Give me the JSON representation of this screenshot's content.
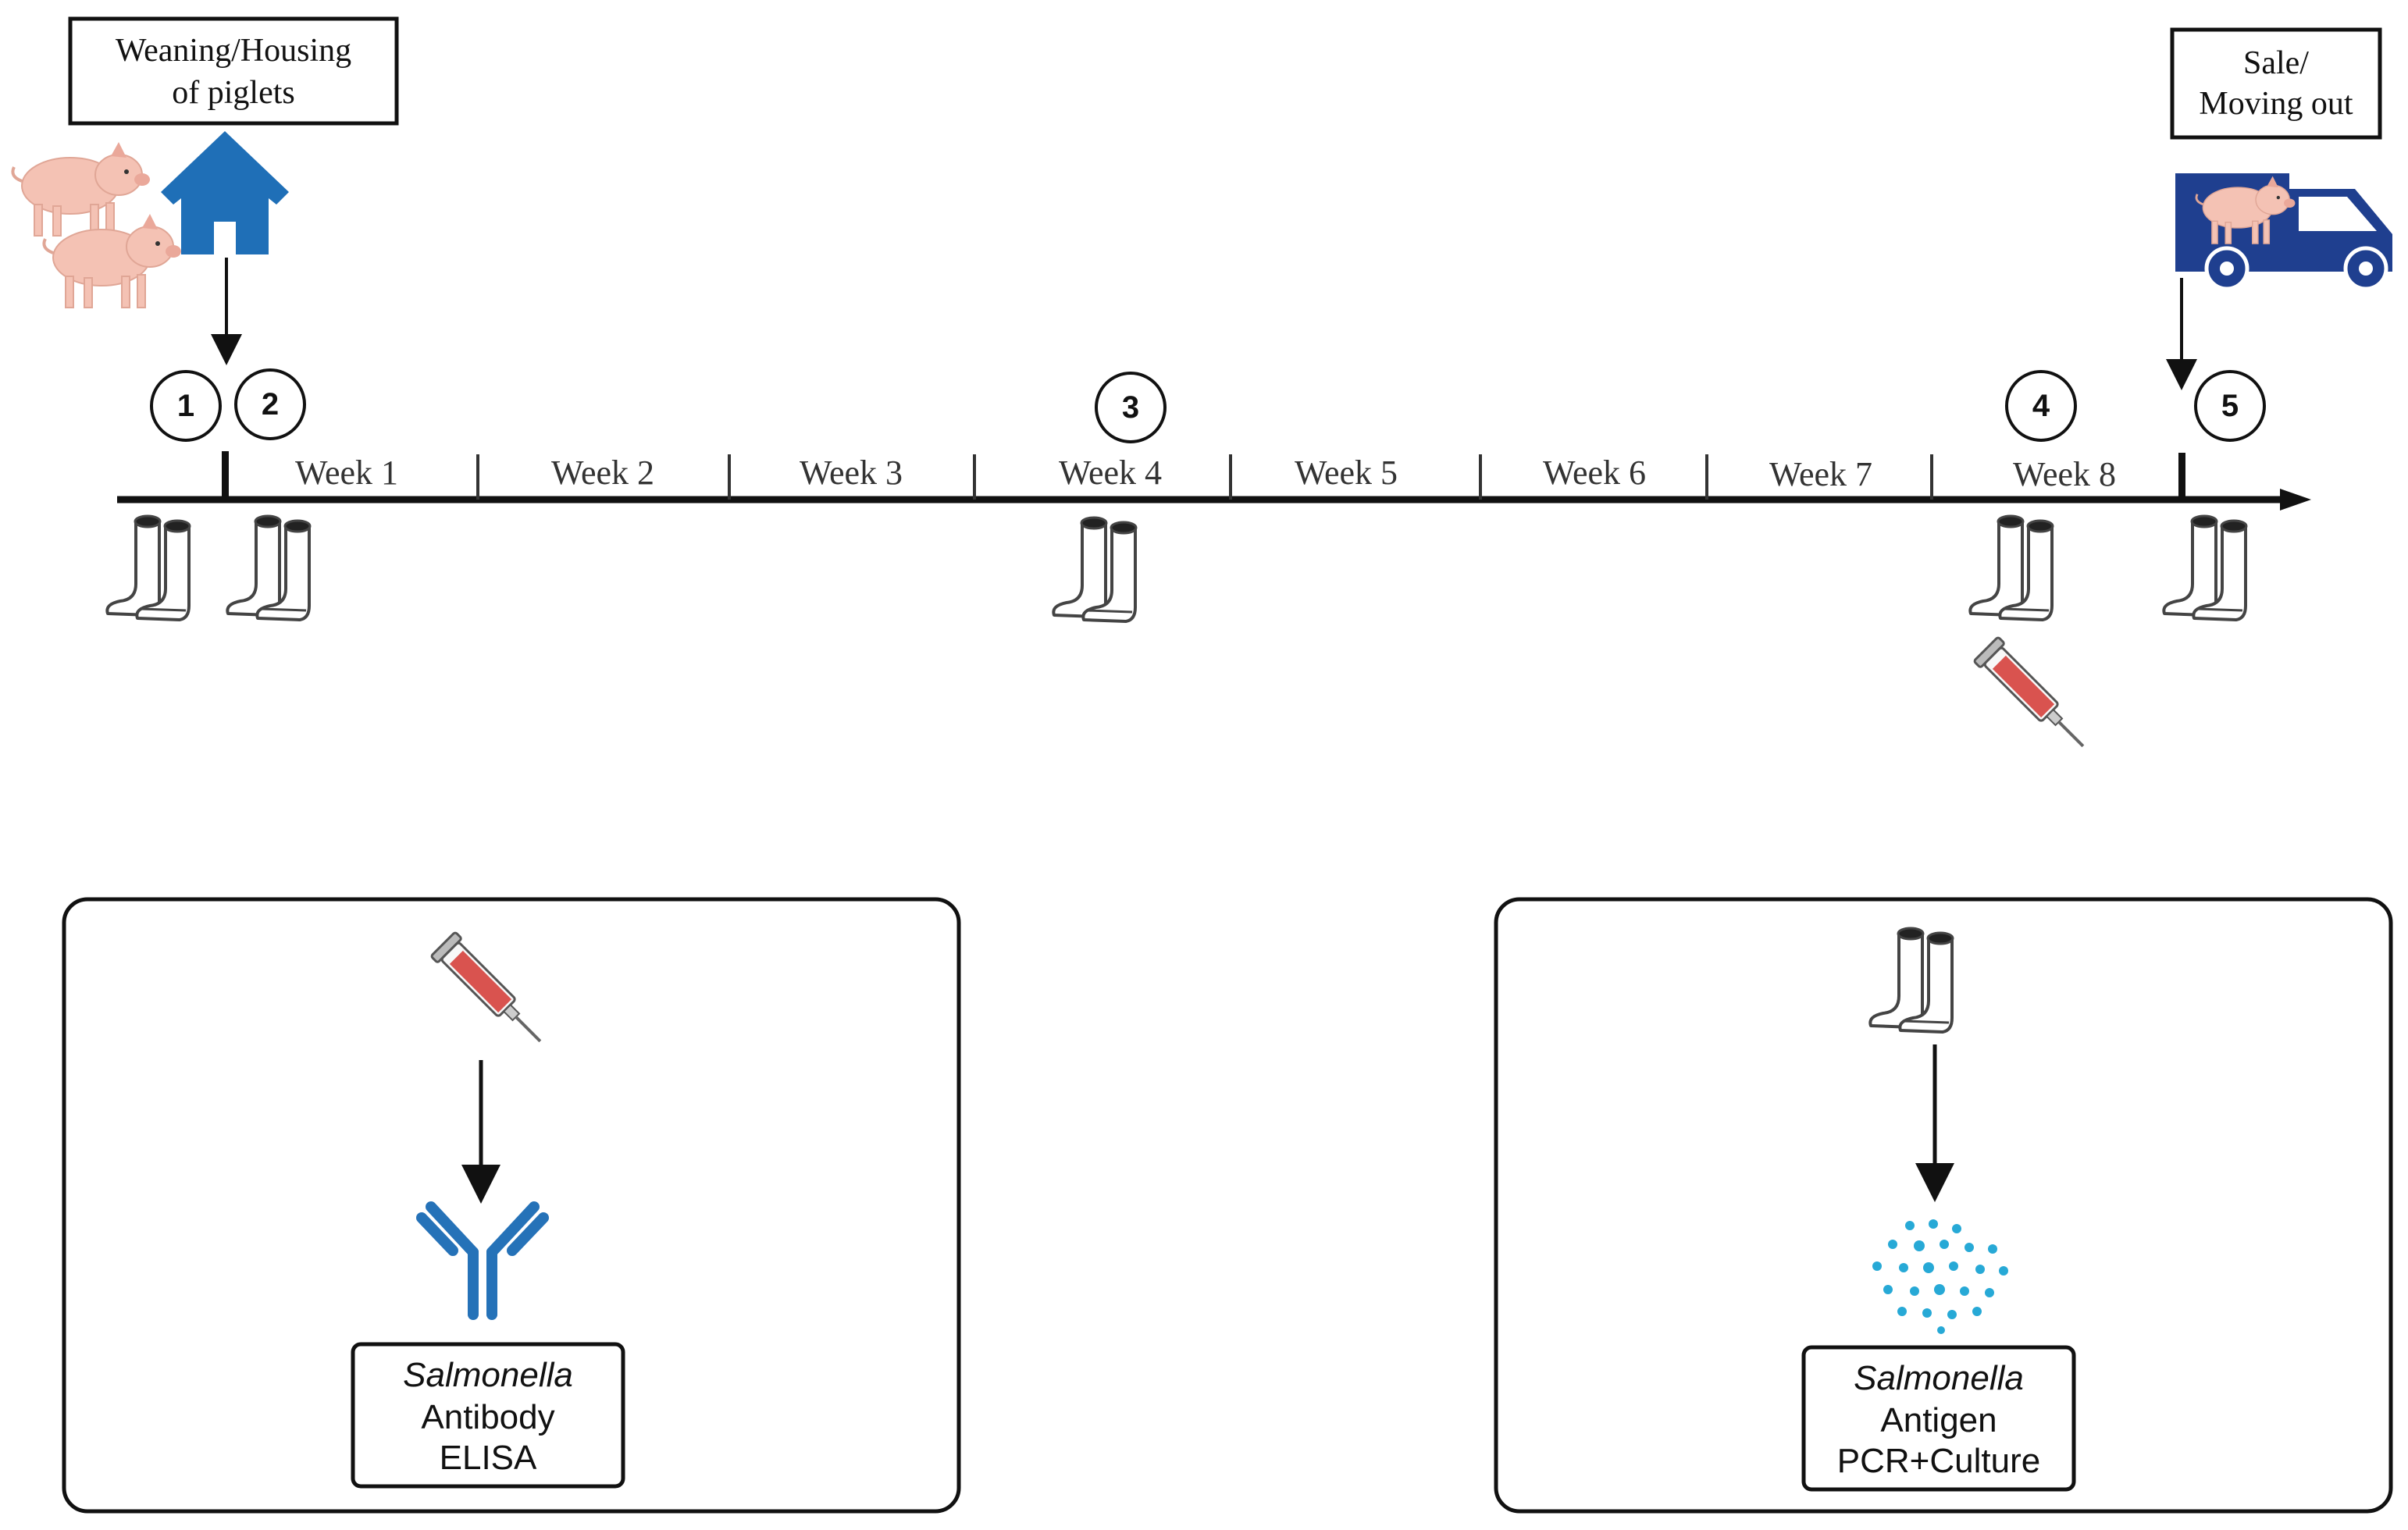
{
  "header": {
    "start_label_line1": "Weaning/Housing",
    "start_label_line2": "of piglets",
    "end_label_line1": "Sale/",
    "end_label_line2": "Moving out"
  },
  "timeline": {
    "weeks": [
      "Week 1",
      "Week 2",
      "Week 3",
      "Week 4",
      "Week 5",
      "Week 6",
      "Week 7",
      "Week 8"
    ],
    "sampling_points": [
      "1",
      "2",
      "3",
      "4",
      "5"
    ]
  },
  "panels": {
    "left": {
      "organism": "Salmonella",
      "target": "Antibody",
      "method": "ELISA"
    },
    "right": {
      "organism": "Salmonella",
      "target": "Antigen",
      "method": "PCR+Culture"
    }
  },
  "icons": {
    "house": "house-icon",
    "pig": "pig-icon",
    "truck": "truck-icon",
    "boots": "boot-sock-icon",
    "syringe": "blood-syringe-icon",
    "antibody": "antibody-icon",
    "antigen": "antigen-particles-icon"
  },
  "colors": {
    "house_blue": "#1f6fb7",
    "truck_navy": "#1f3f8f",
    "pig_pink": "#f4c2b4",
    "syringe_red": "#d9534f",
    "antibody_blue": "#2572b8",
    "antigen_cyan": "#27a9d6"
  }
}
